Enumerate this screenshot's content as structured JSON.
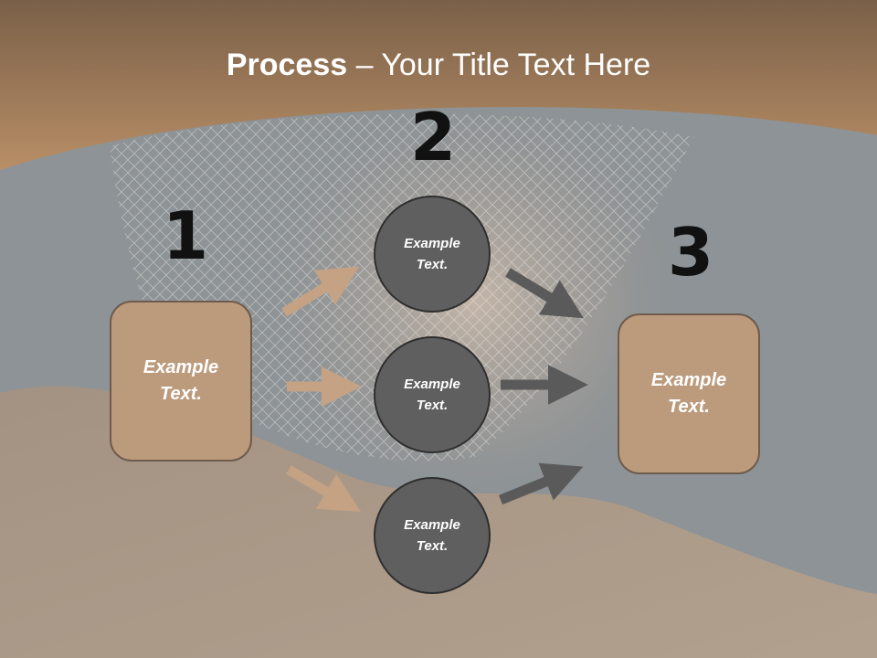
{
  "title": {
    "bold": "Process",
    "rest": " – Your Title Text Here"
  },
  "numbers": [
    "1",
    "2",
    "3"
  ],
  "left_box": {
    "line1": "Example",
    "line2": "Text."
  },
  "right_box": {
    "line1": "Example",
    "line2": "Text."
  },
  "circles": [
    {
      "line1": "Example",
      "line2": "Text."
    },
    {
      "line1": "Example",
      "line2": "Text."
    },
    {
      "line1": "Example",
      "line2": "Text."
    }
  ],
  "colors": {
    "header_brown": "#b08864",
    "box_fill": "#bc9b7d",
    "circle_fill": "#5f5f5f",
    "tan_arrow": "#c4a283",
    "dark_arrow": "#5a5a5a"
  }
}
